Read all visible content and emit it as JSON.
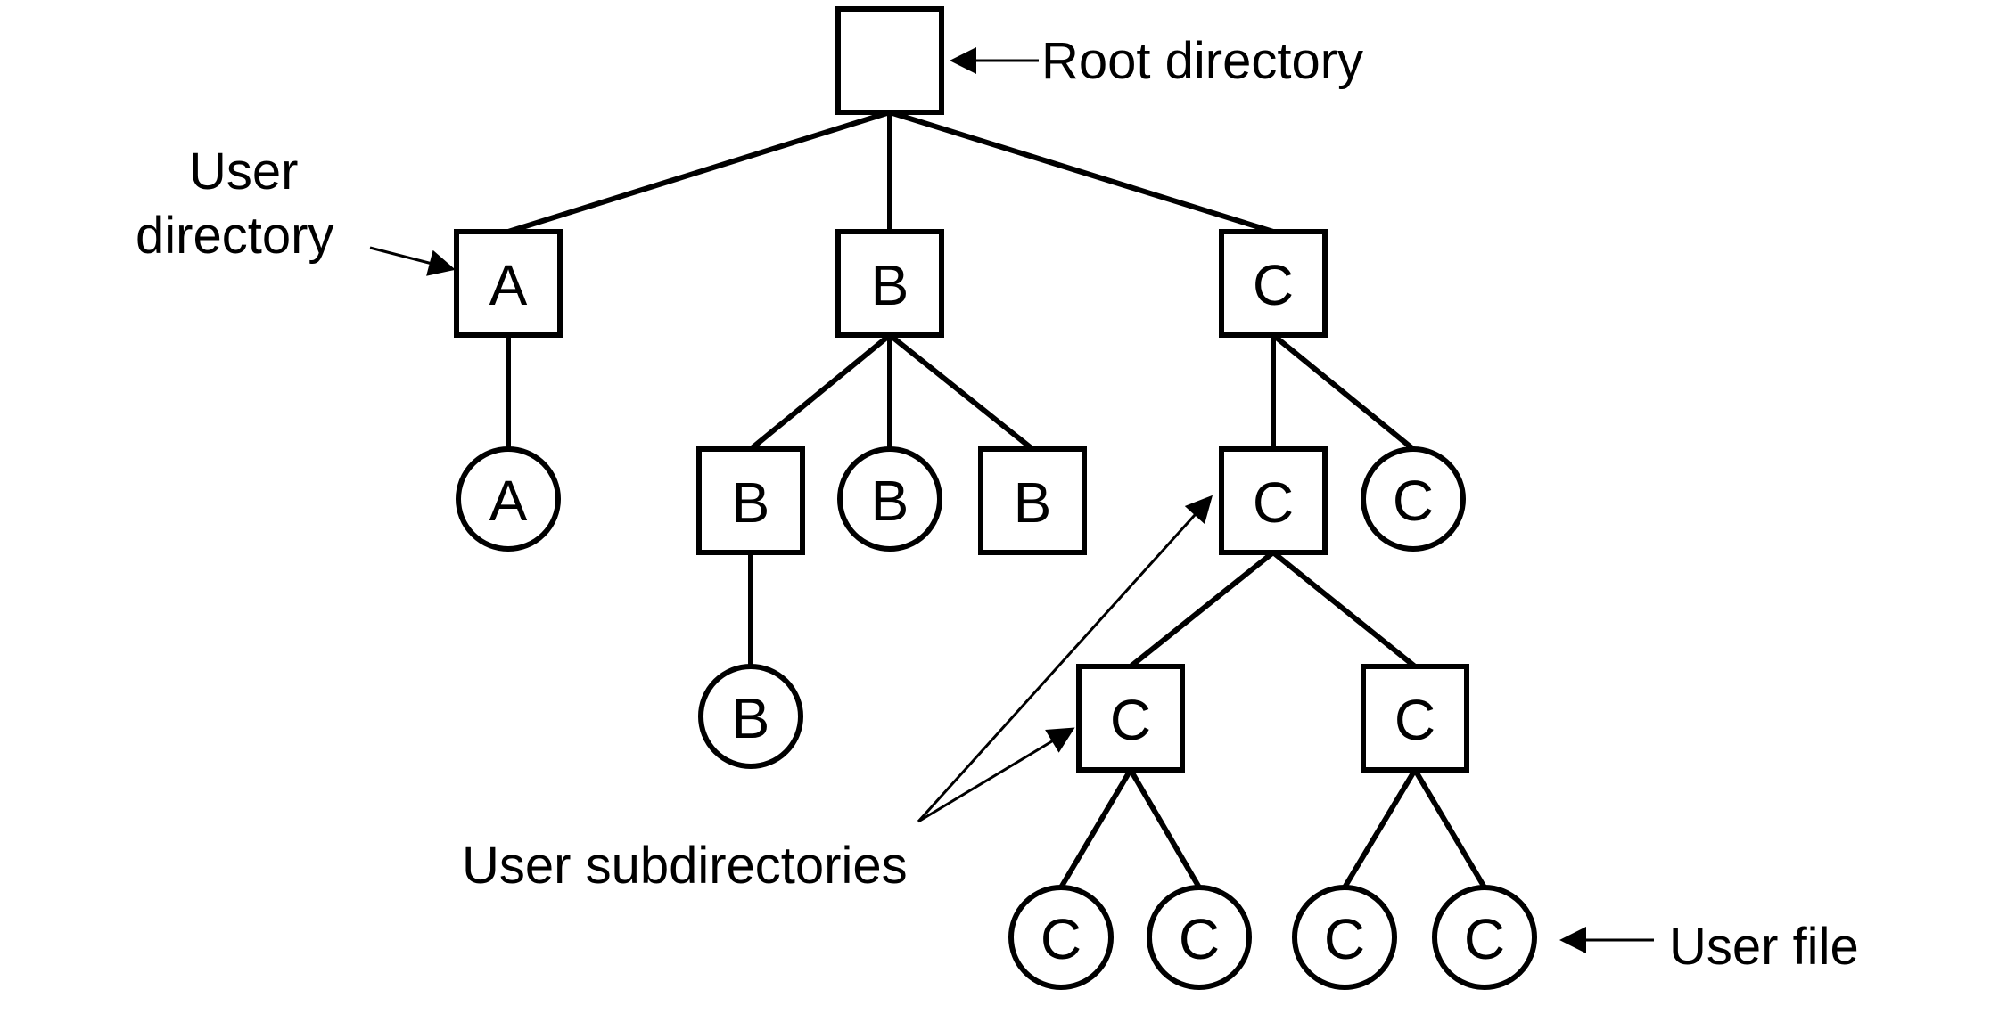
{
  "nodes": [
    {
      "id": "root",
      "kind": "dir",
      "label": ""
    },
    {
      "id": "a",
      "kind": "dir",
      "label": "A"
    },
    {
      "id": "b",
      "kind": "dir",
      "label": "B"
    },
    {
      "id": "c",
      "kind": "dir",
      "label": "C"
    },
    {
      "id": "a-file",
      "kind": "file",
      "label": "A"
    },
    {
      "id": "b-sub",
      "kind": "dir",
      "label": "B"
    },
    {
      "id": "b-file",
      "kind": "file",
      "label": "B"
    },
    {
      "id": "b-dir2",
      "kind": "dir",
      "label": "B"
    },
    {
      "id": "b-sub-file",
      "kind": "file",
      "label": "B"
    },
    {
      "id": "c-sub",
      "kind": "dir",
      "label": "C"
    },
    {
      "id": "c-file",
      "kind": "file",
      "label": "C"
    },
    {
      "id": "c-sub-left",
      "kind": "dir",
      "label": "C"
    },
    {
      "id": "c-sub-right",
      "kind": "dir",
      "label": "C"
    },
    {
      "id": "c-file-1",
      "kind": "file",
      "label": "C"
    },
    {
      "id": "c-file-2",
      "kind": "file",
      "label": "C"
    },
    {
      "id": "c-file-3",
      "kind": "file",
      "label": "C"
    },
    {
      "id": "c-file-4",
      "kind": "file",
      "label": "C"
    }
  ],
  "edges": [
    [
      "root",
      "a"
    ],
    [
      "root",
      "b"
    ],
    [
      "root",
      "c"
    ],
    [
      "a",
      "a-file"
    ],
    [
      "b",
      "b-sub"
    ],
    [
      "b",
      "b-file"
    ],
    [
      "b",
      "b-dir2"
    ],
    [
      "b-sub",
      "b-sub-file"
    ],
    [
      "c",
      "c-sub"
    ],
    [
      "c",
      "c-file"
    ],
    [
      "c-sub",
      "c-sub-left"
    ],
    [
      "c-sub",
      "c-sub-right"
    ],
    [
      "c-sub-left",
      "c-file-1"
    ],
    [
      "c-sub-left",
      "c-file-2"
    ],
    [
      "c-sub-right",
      "c-file-3"
    ],
    [
      "c-sub-right",
      "c-file-4"
    ]
  ],
  "callouts": {
    "root": "Root directory",
    "user_dir_line1": "User",
    "user_dir_line2": "directory",
    "user_subdirs": "User subdirectories",
    "user_file": "User file"
  }
}
